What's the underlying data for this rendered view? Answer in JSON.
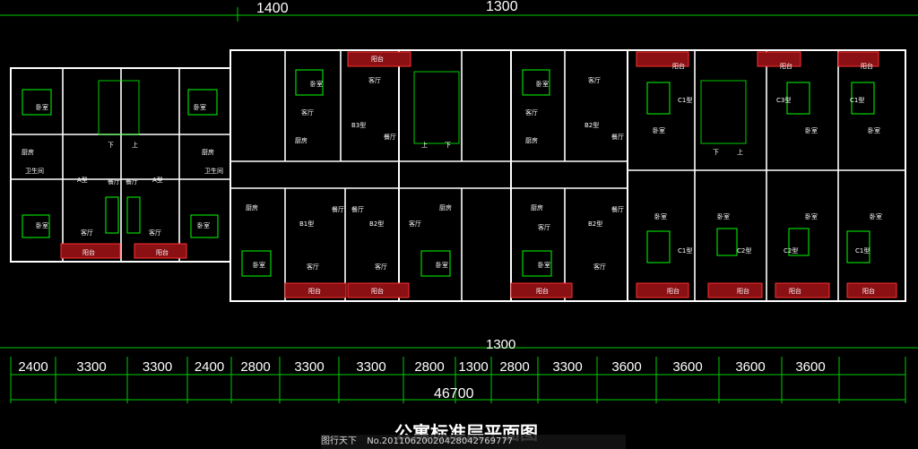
{
  "colors": {
    "background": "#000000",
    "wall": "#ffffff",
    "furniture": "#00ff00",
    "dimension": "#00cc00",
    "grid_line": "#00aa44",
    "balcony": "#c8181e",
    "stair": "#ff8800",
    "accent": "#ff00ff"
  },
  "top_dims": [
    "1400",
    "1300"
  ],
  "middle_dim": "1300",
  "bottom_dims": [
    "2400",
    "3300",
    "3300",
    "2400",
    "2800",
    "3300",
    "3300",
    "2800",
    "1300",
    "2800",
    "3300",
    "3600",
    "3600",
    "3600",
    "3600"
  ],
  "total_dim": "46700",
  "title": "公寓标准层平面图",
  "watermark": {
    "site": "图行天下",
    "id": "No.20110620020428042769777"
  },
  "rooms": {
    "bedroom": "卧室",
    "living": "客厅",
    "dining": "餐厅",
    "kitchen": "厨房",
    "bath": "卫生间",
    "balcony": "阳台",
    "down": "下",
    "up": "上"
  },
  "types": {
    "a": "A型",
    "b1": "B1型",
    "b2": "B2型",
    "b3": "B3型",
    "c1": "C1型",
    "c2": "C2型",
    "c3": "C3型"
  }
}
